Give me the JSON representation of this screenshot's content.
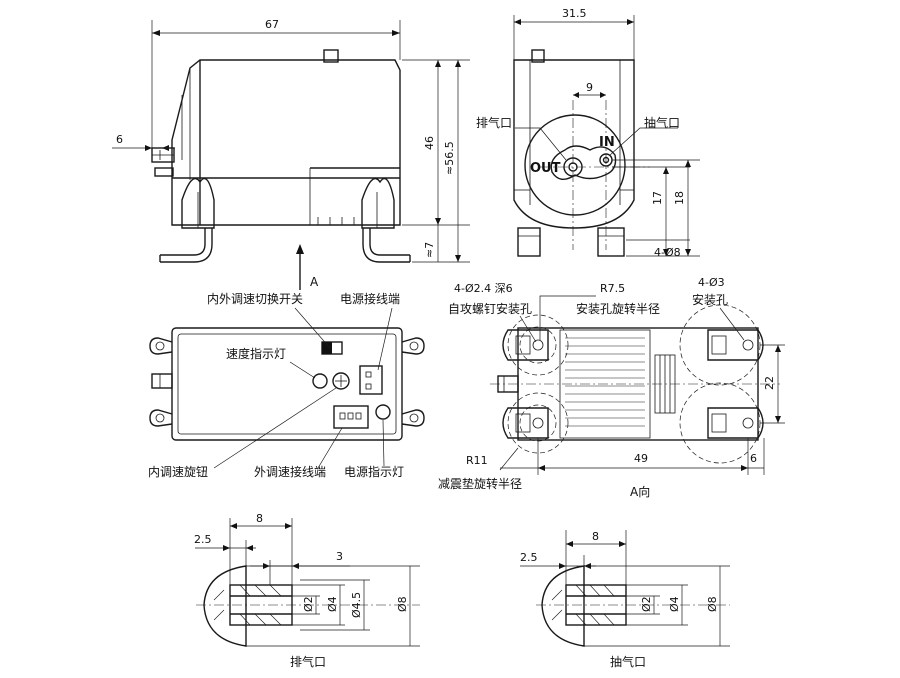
{
  "dims": {
    "width_side": "67",
    "inlet_len": "6",
    "height_46": "46",
    "height_total": "≈56.5",
    "foot": "≈7",
    "width_front": "31.5",
    "port_spacing": "9",
    "port_h17": "17",
    "port_h18": "18",
    "mount_hole": "4-Ø8",
    "mount_screw": "4-Ø2.4 深6",
    "r75": "R7.5",
    "hole_d3": "4-Ø3",
    "h22": "22",
    "r11": "R11",
    "w49": "49",
    "w6": "6",
    "exhaust_8": "8",
    "exhaust_25": "2.5",
    "exhaust_3": "3",
    "d2": "Ø2",
    "d4": "Ø4",
    "d45": "Ø4.5",
    "d8": "Ø8",
    "intake_8": "8",
    "intake_25": "2.5"
  },
  "labels": {
    "arrow_a": "A",
    "exhaust_port": "排气口",
    "intake_port": "抽气口",
    "out": "OUT",
    "in": "IN",
    "switch": "内外调速切换开关",
    "power_terminal": "电源接线端",
    "speed_led": "速度指示灯",
    "inner_knob": "内调速旋钮",
    "ext_terminal": "外调速接线端",
    "power_led": "电源指示灯",
    "screw_hole_text": "自攻螺钉安装孔",
    "mount_rot_radius": "安装孔旋转半径",
    "mount_hole_label": "安装孔",
    "damper_radius": "减震垫旋转半径",
    "view_a": "A向",
    "exhaust_title": "排气口",
    "intake_title": "抽气口"
  }
}
